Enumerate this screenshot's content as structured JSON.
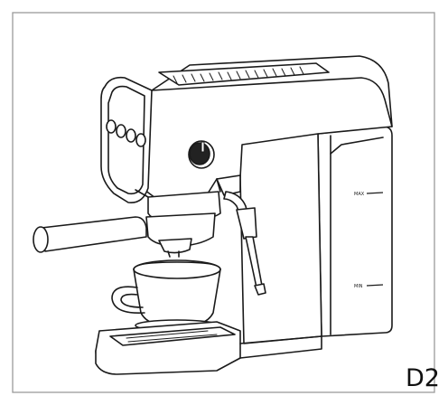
{
  "figure": {
    "label": "D2",
    "subject": "espresso-machine-line-drawing"
  },
  "water_tank": {
    "max_mark": "MAX",
    "min_mark": "MIN"
  },
  "colors": {
    "stroke": "#1a1a1a",
    "frame": "#9a9a9a",
    "background": "#ffffff"
  }
}
